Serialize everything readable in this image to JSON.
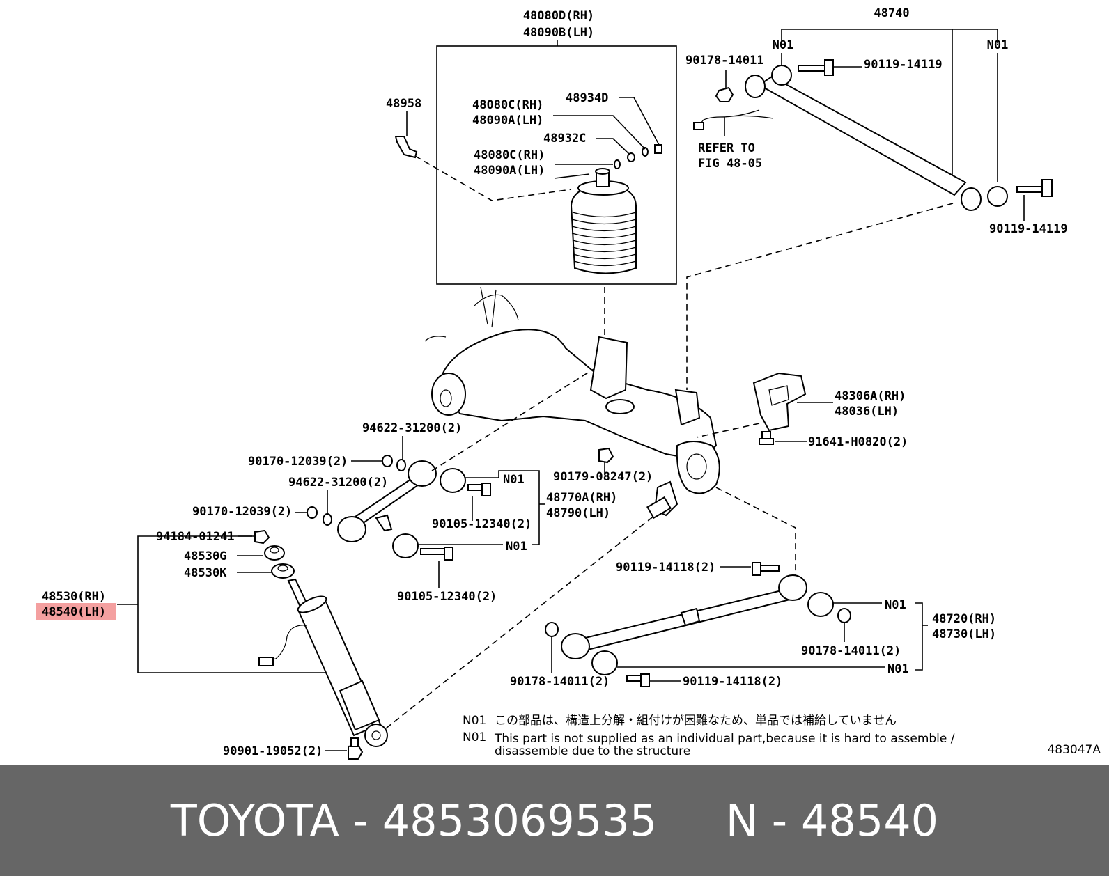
{
  "labels": {
    "l48080d": "48080D(RH)",
    "l48090b": "48090B(LH)",
    "l48740": "48740",
    "n01_top_left": "N01",
    "n01_top_right": "N01",
    "l90178_top": "90178-14011",
    "l90119_top": "90119-14119",
    "l90119_right": "90119-14119",
    "refer_1": "REFER TO",
    "refer_2": "FIG 48-05",
    "l48958": "48958",
    "l48934d": "48934D",
    "l48080c_1": "48080C(RH)",
    "l48090a_1": "48090A(LH)",
    "l48932c": "48932C",
    "l48080c_2": "48080C(RH)",
    "l48090a_2": "48090A(LH)",
    "l48306a": "48306A(RH)",
    "l48036": "48036(LH)",
    "l91641": "91641-H0820(2)",
    "l94622_1": "94622-31200(2)",
    "l90170_1": "90170-12039(2)",
    "l94622_2": "94622-31200(2)",
    "l90170_2": "90170-12039(2)",
    "l90179": "90179-08247(2)",
    "n01_mid_1": "N01",
    "l48770a": "48770A(RH)",
    "l48790": "48790(LH)",
    "l90105_1": "90105-12340(2)",
    "n01_mid_2": "N01",
    "l90105_2": "90105-12340(2)",
    "l94184": "94184-01241",
    "l48530g": "48530G",
    "l48530k": "48530K",
    "l48530": "48530(RH)",
    "l48540": "48540(LH)",
    "l90119_118_1": "90119-14118(2)",
    "n01_low_1": "N01",
    "l48720": "48720(RH)",
    "l48730": "48730(LH)",
    "l90178_2": "90178-14011(2)",
    "n01_low_2": "N01",
    "l90178_3": "90178-14011(2)",
    "l90119_118_2": "90119-14118(2)",
    "l90901": "90901-19052(2)",
    "note_jp_code": "N01",
    "note_jp": "この部品は、構造上分解・組付けが困難なため、単品では補給していません",
    "note_en_code": "N01",
    "note_en_1": "This part is not supplied as an individual part,because it is hard to assemble /",
    "note_en_2": "disassemble due to the structure",
    "fig_id": "483047A"
  },
  "highlight_color": "#f4a0a0",
  "caption": "TOYOTA - 4853069535     N - 48540"
}
